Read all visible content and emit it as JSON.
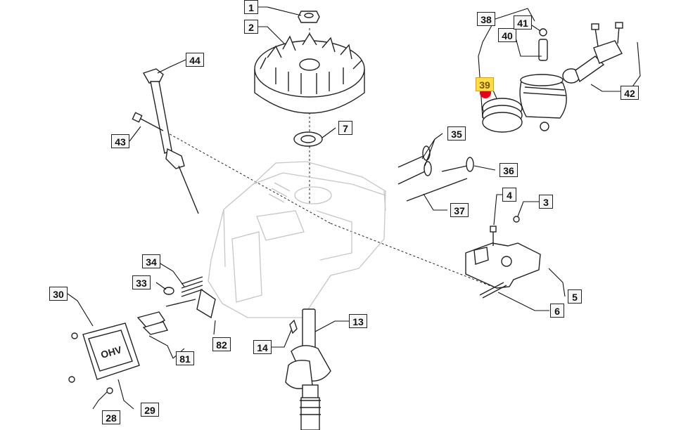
{
  "callouts": {
    "c1": "1",
    "c2": "2",
    "c3": "3",
    "c4": "4",
    "c5": "5",
    "c6": "6",
    "c7": "7",
    "c13": "13",
    "c14": "14",
    "c28": "28",
    "c29": "29",
    "c30": "30",
    "c33": "33",
    "c34": "34",
    "c35": "35",
    "c36": "36",
    "c37": "37",
    "c38": "38",
    "c39": "39",
    "c40": "40",
    "c41": "41",
    "c42": "42",
    "c43": "43",
    "c44": "44",
    "c81": "81",
    "c82": "82"
  },
  "highlight": {
    "callout": "39",
    "color": "#ffdd44",
    "marker_color": "#e8001c"
  },
  "valve_cover_text": "OHV"
}
